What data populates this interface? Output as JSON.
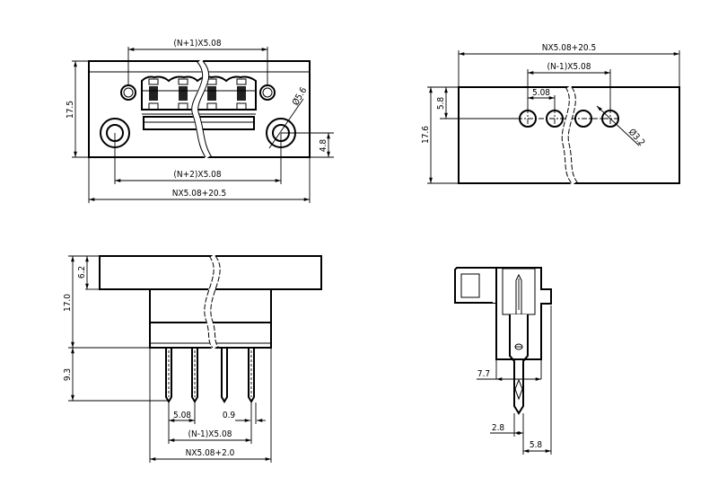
{
  "drawing": {
    "front_view": {
      "dim_top": "(N+1)X5.08",
      "dim_height": "17.5",
      "dim_hole_dia": "Ø5.6",
      "dim_hole_offset": "4.8",
      "dim_mount_pitch": "(N+2)X5.08",
      "dim_total_width": "NX5.08+20.5"
    },
    "panel_cutout": {
      "dim_total_width": "NX5.08+20.5",
      "dim_pitch_span": "(N-1)X5.08",
      "dim_pitch": "5.08",
      "dim_hole_offset": "5.8",
      "dim_height": "17.6",
      "dim_hole_dia": "Ø3.2"
    },
    "bottom_view": {
      "dim_flange": "6.2",
      "dim_body_height": "17.0",
      "dim_pin_length": "9.3",
      "dim_pitch": "5.08",
      "dim_pin_width": "0.9",
      "dim_pitch_span": "(N-1)X5.08",
      "dim_total_width": "NX5.08+2.0"
    },
    "side_view": {
      "dim_body_depth": "7.7",
      "dim_pin_offset": "2.8",
      "dim_tab_offset": "5.8"
    }
  }
}
